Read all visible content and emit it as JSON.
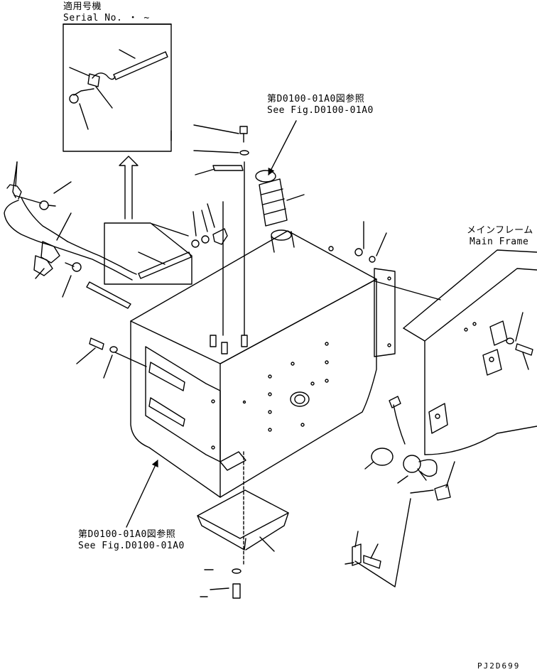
{
  "inset": {
    "label_ja": "適用号機",
    "label_en": "Serial No.  ・ ~"
  },
  "refs": {
    "top_ja": "第D0100-01A0図参照",
    "top_en": "See Fig.D0100-01A0",
    "bottom_ja": "第D0100-01A0図参照",
    "bottom_en": "See Fig.D0100-01A0"
  },
  "frame": {
    "label_ja": "メインフレーム",
    "label_en": "Main Frame"
  },
  "drawing_id": "PJ2D699",
  "colors": {
    "ink": "#000000",
    "paper": "#ffffff"
  }
}
